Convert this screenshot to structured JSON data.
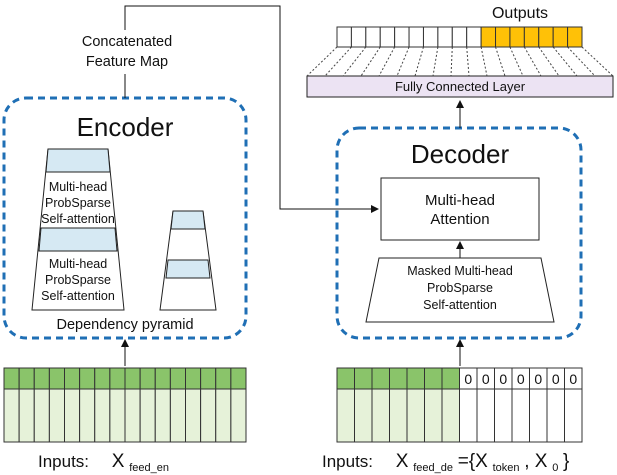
{
  "encoder": {
    "title": "Encoder",
    "block1": [
      "Multi-head",
      "ProbSparse",
      "Self-attention"
    ],
    "block2": [
      "Multi-head",
      "ProbSparse",
      "Self-attention"
    ],
    "pyramid_label": "Dependency pyramid",
    "concat_label": [
      "Concatenated",
      "Feature Map"
    ]
  },
  "decoder": {
    "title": "Decoder",
    "attention": [
      "Multi-head",
      "Attention"
    ],
    "masked": [
      "Masked Multi-head",
      "ProbSparse",
      "Self-attention"
    ]
  },
  "outputs": {
    "label": "Outputs",
    "white_cells": 10,
    "yellow_cells": 7
  },
  "fc_layer": {
    "label": "Fully Connected Layer"
  },
  "encoder_input": {
    "prefix": "Inputs:",
    "symbol": "X",
    "subscript": "feed_en",
    "columns": 16
  },
  "decoder_input": {
    "prefix": "Inputs:",
    "symbol": "X",
    "subscript": "feed_de",
    "eq": "={X",
    "token_sub": "token",
    "comma": ", X",
    "zero_sub": "0",
    "close": "}",
    "green_columns": 7,
    "zero_columns": 7,
    "zero_value": "0"
  },
  "colors": {
    "dashed_border": "#1f6fb5",
    "green_dark": "#8ac46a",
    "green_light": "#e6f2d9",
    "layer_blue": "#d6e9f3",
    "output_yellow": "#ffc107",
    "fc_purple": "#ece3f3"
  }
}
